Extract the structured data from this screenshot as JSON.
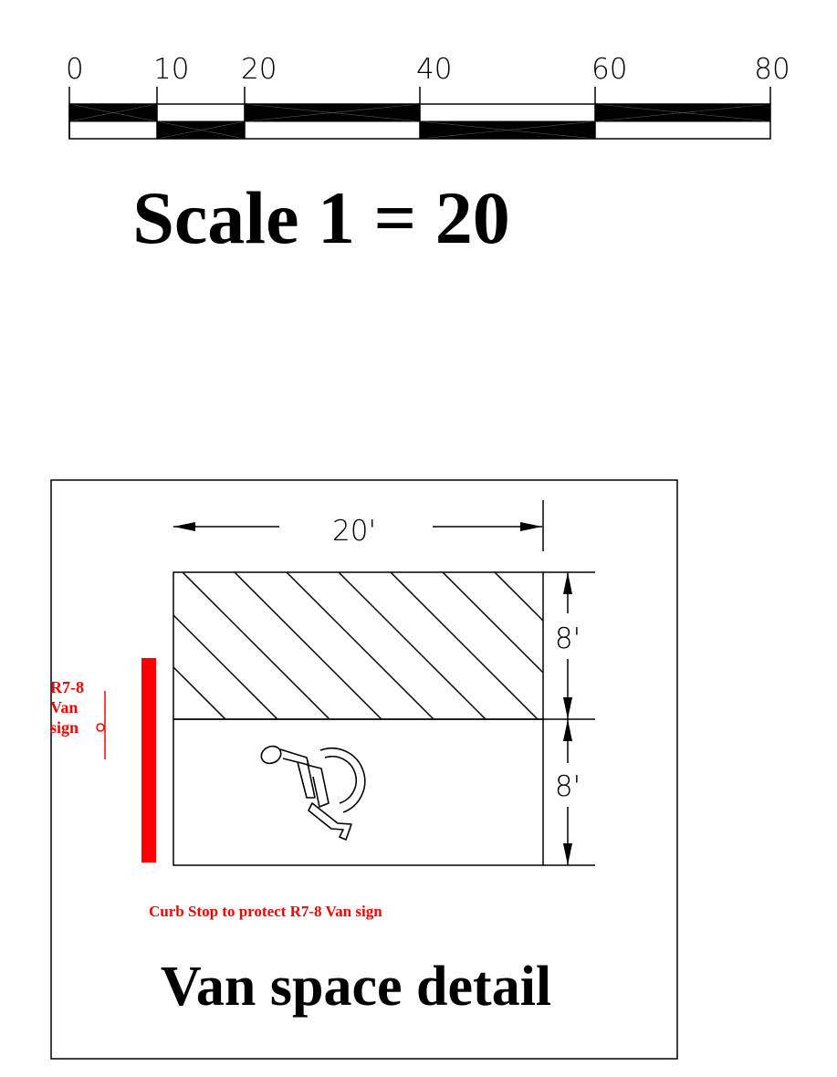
{
  "scale_bar": {
    "ticks": [
      {
        "value": 0,
        "label": "0"
      },
      {
        "value": 10,
        "label": "10"
      },
      {
        "value": 20,
        "label": "20"
      },
      {
        "value": 40,
        "label": "40"
      },
      {
        "value": 60,
        "label": "60"
      },
      {
        "value": 80,
        "label": "80"
      }
    ],
    "segments": [
      {
        "from": 0,
        "to": 10,
        "filled_row": "top"
      },
      {
        "from": 10,
        "to": 20,
        "filled_row": "bottom"
      },
      {
        "from": 20,
        "to": 40,
        "filled_row": "top"
      },
      {
        "from": 40,
        "to": 60,
        "filled_row": "bottom"
      },
      {
        "from": 60,
        "to": 80,
        "filled_row": "top"
      }
    ],
    "title": "Scale 1 = 20"
  },
  "detail": {
    "width_dimension": "20'",
    "hatched_aisle_dimension": "8'",
    "parking_space_dimension": "8'",
    "sign_label_lines": [
      "R7-8",
      "Van",
      "sign"
    ],
    "curb_stop_note": "Curb Stop to protect R7-8 Van sign",
    "title": "Van space detail",
    "accessibility_symbol": "wheelchair-icon"
  },
  "colors": {
    "ink": "#000000",
    "sign_red": "#ff0000",
    "background": "#ffffff"
  }
}
